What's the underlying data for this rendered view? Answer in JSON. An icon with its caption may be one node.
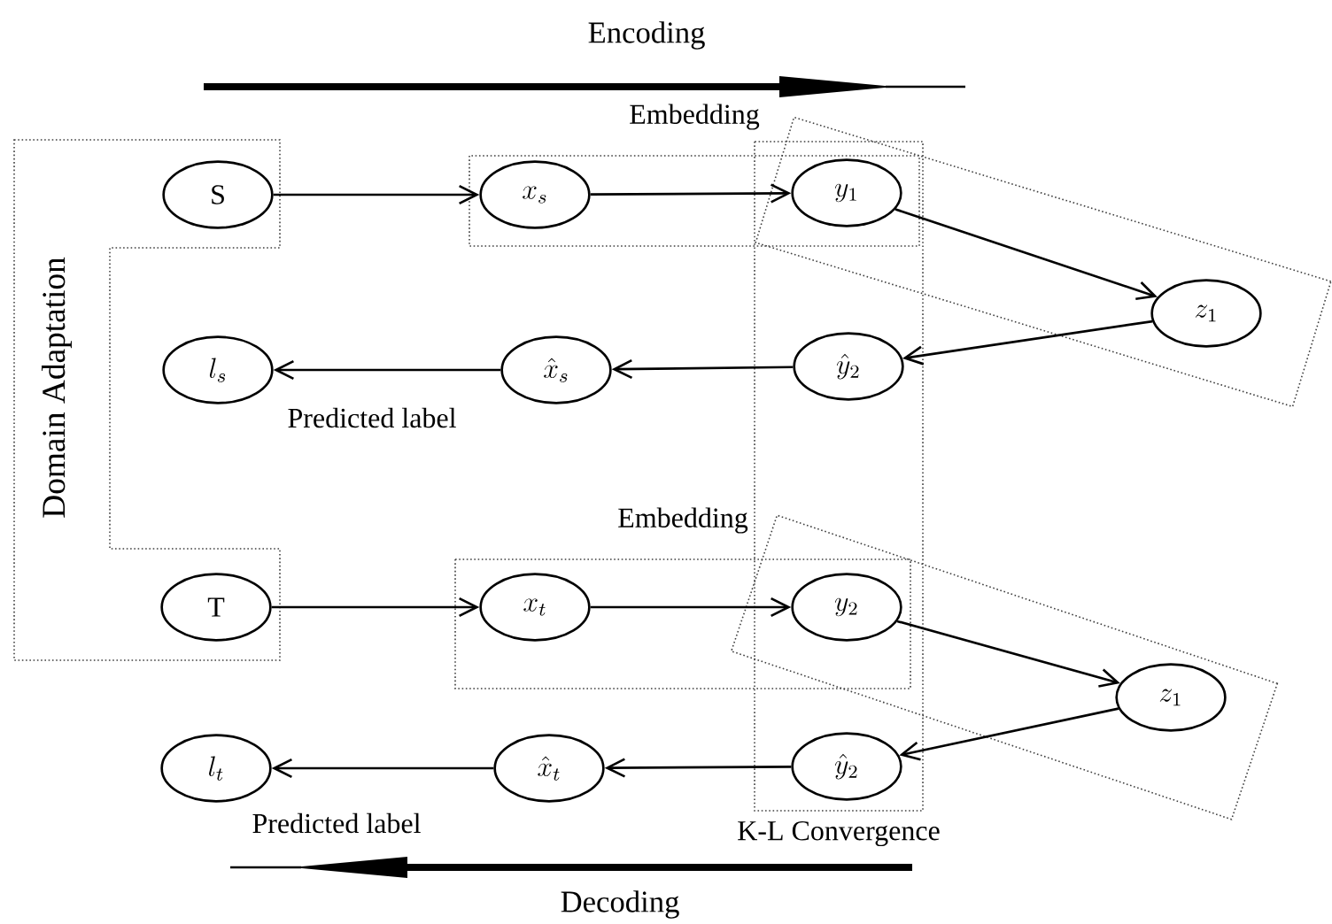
{
  "diagram": {
    "nodes": [
      {
        "text": [
          "Domain Adaptation"
        ]
      },
      {
        "text": [
          "S"
        ],
        "in": 0
      },
      {
        "text": [
          "Embedding"
        ]
      },
      {
        "text": [
          "x_s"
        ],
        "in": 2
      },
      {
        "text": [
          "y_1"
        ]
      },
      {
        "text": [],
        "shape": "box"
      },
      {
        "text": [
          "z_1"
        ],
        "in": 5
      },
      {
        "text": [
          "K-L Convergence"
        ]
      },
      {
        "text": [
          "l_s"
        ],
        "beside": [
          "Predicted label"
        ]
      },
      {
        "text": [
          "\\hat{x}_s"
        ]
      },
      {
        "text": [
          "\\hat{y}_2"
        ],
        "in": 7
      },
      {
        "text": [
          "T"
        ],
        "in": 0
      },
      {
        "text": [
          "Embedding"
        ]
      },
      {
        "text": [
          "x_t"
        ],
        "in": 12
      },
      {
        "text": [
          "y_2"
        ]
      },
      {
        "text": [],
        "shape": "box"
      },
      {
        "text": [
          "z_1"
        ],
        "in": 15
      },
      {
        "text": [
          "l_t"
        ],
        "beside": [
          "Predicted label"
        ]
      },
      {
        "text": [
          "\\hat{x}_t"
        ]
      },
      {
        "text": [
          "\\hat{y}_2"
        ],
        "in": 7
      }
    ],
    "edges": [
      {
        "from": 1,
        "to": 3,
        "arrow": "to"
      },
      {
        "from": 3,
        "to": 4,
        "arrow": "to"
      },
      {
        "from": 4,
        "to": 6,
        "arrow": "to"
      },
      {
        "from": 6,
        "to": 10,
        "arrow": "to"
      },
      {
        "from": 10,
        "to": 9,
        "arrow": "to"
      },
      {
        "from": 9,
        "to": 8,
        "arrow": "to"
      },
      {
        "from": 11,
        "to": 13,
        "arrow": "to"
      },
      {
        "from": 13,
        "to": 14,
        "arrow": "to"
      },
      {
        "from": 14,
        "to": 16,
        "arrow": "to"
      },
      {
        "from": 16,
        "to": 19,
        "arrow": "to"
      },
      {
        "from": 19,
        "to": 18,
        "arrow": "to"
      },
      {
        "from": 18,
        "to": 17,
        "arrow": "to"
      }
    ],
    "labels": [
      "Encoding",
      "Decoding"
    ]
  }
}
